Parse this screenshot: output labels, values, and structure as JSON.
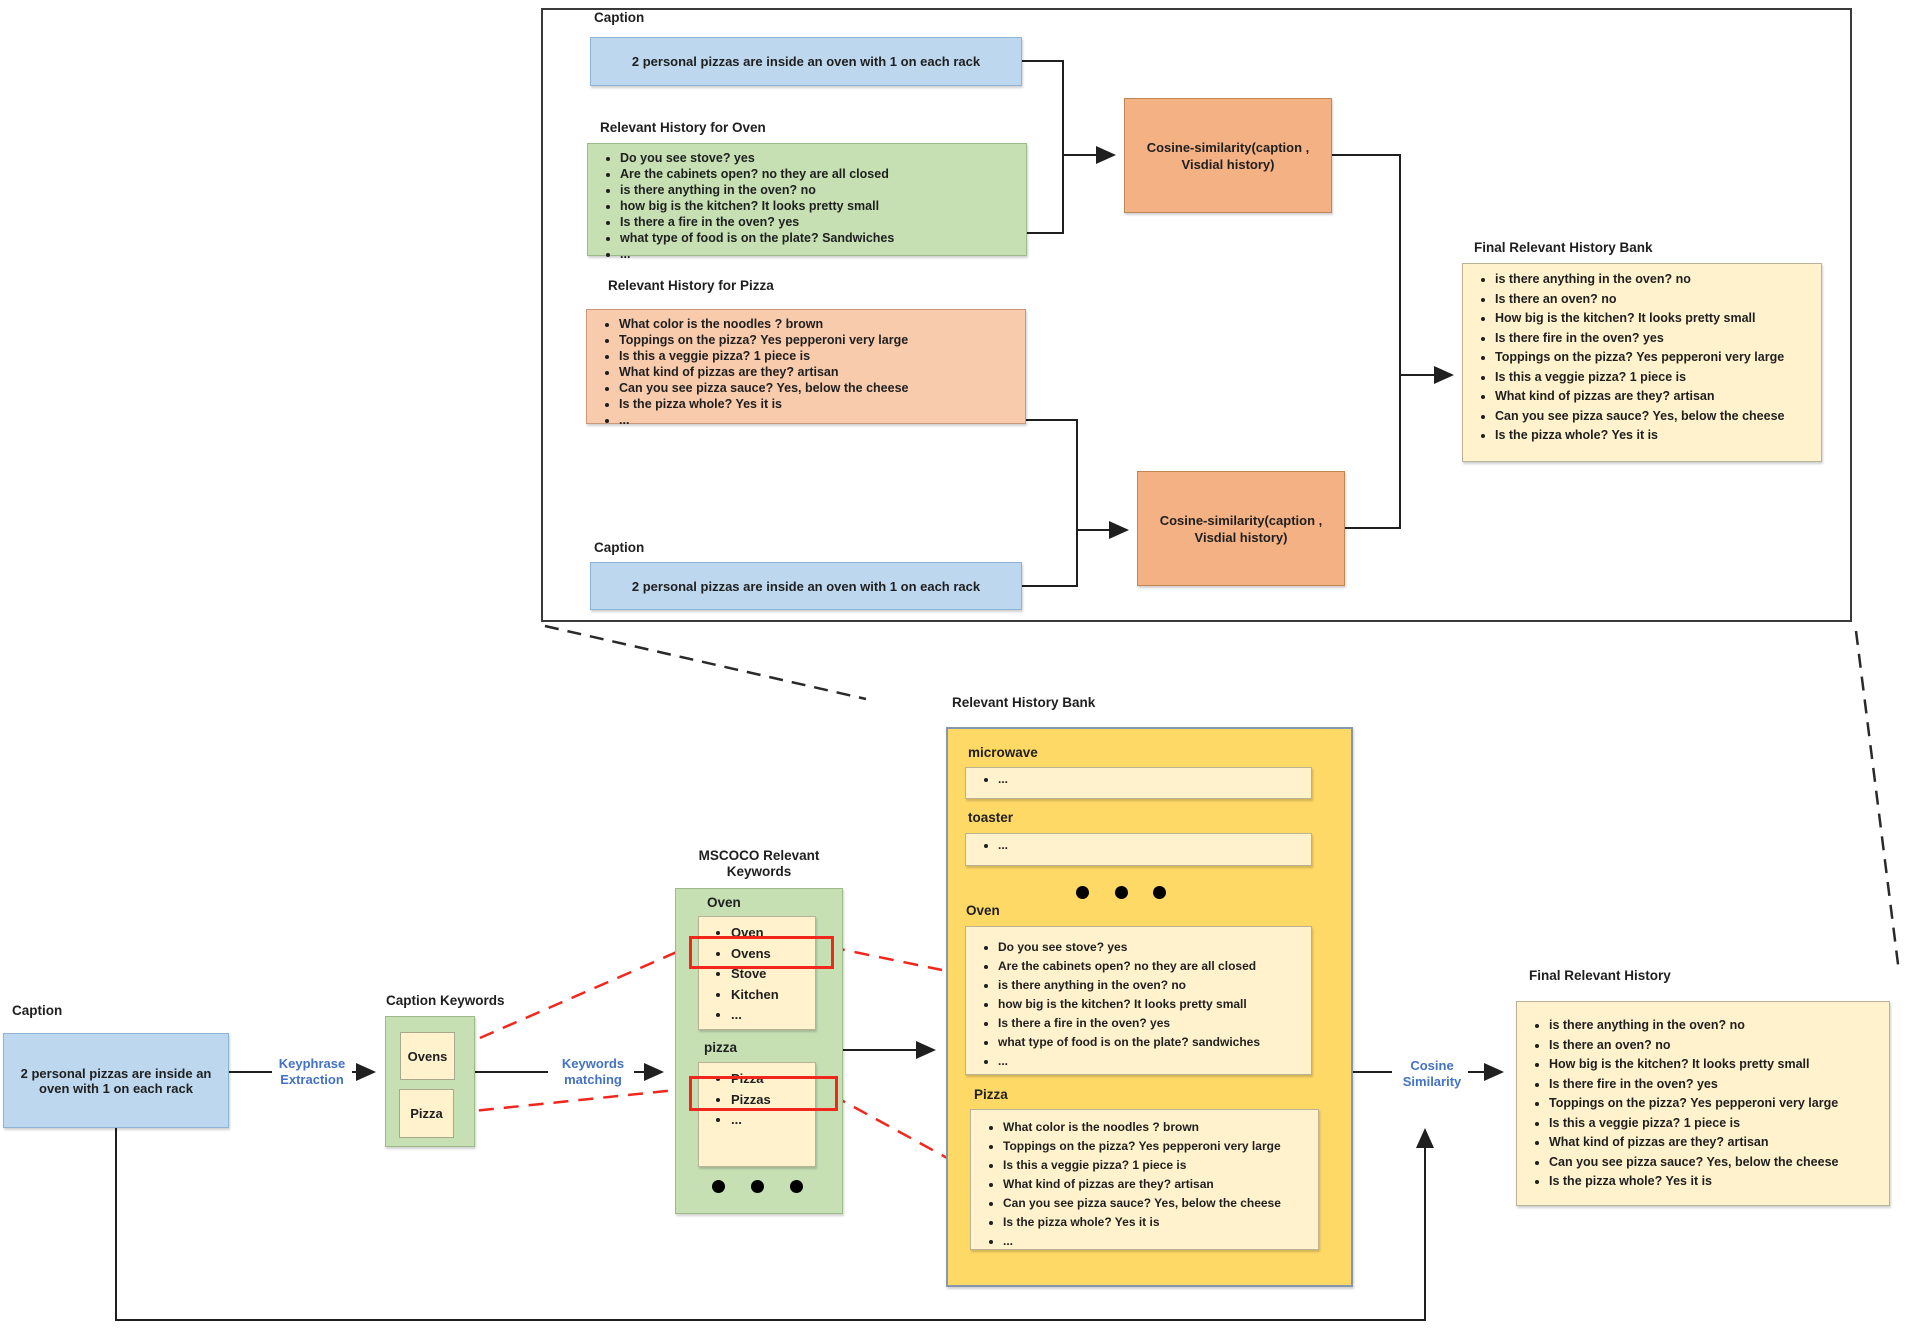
{
  "colors": {
    "accent_blue": "#4472C4",
    "caption_fill": "#BDD7EE",
    "history_green": "#C6E0B4",
    "history_peach": "#F8CBAD",
    "cosine_orange": "#F4B183",
    "bank_gold": "#FFD966",
    "list_cream": "#FFF2CC",
    "highlight_red": "#F1261D"
  },
  "top_panel": {
    "caption_label": "Caption",
    "caption_text": "2 personal pizzas are inside an oven with 1 on each rack",
    "oven_history": {
      "title": "Relevant History for Oven",
      "items": [
        "Do you see stove? yes",
        "Are the cabinets open? no they are all closed",
        "is there anything in the oven? no",
        "how big is the kitchen? It looks pretty small",
        "Is there a fire in the oven? yes",
        "what type of food is on the plate? Sandwiches",
        "..."
      ]
    },
    "pizza_history": {
      "title": "Relevant History for Pizza",
      "items": [
        "What color is the noodles ? brown",
        "Toppings on the pizza? Yes pepperoni very large",
        "Is this a veggie pizza? 1 piece is",
        "What kind of pizzas are they? artisan",
        "Can you see pizza sauce? Yes, below the cheese",
        "Is the pizza whole? Yes it is",
        "..."
      ]
    },
    "caption2_label": "Caption",
    "caption2_text": "2 personal pizzas are inside an oven with 1 on each rack",
    "cosine_box1_text": "Cosine-similarity(caption , Visdial history)",
    "cosine_box2_text": "Cosine-similarity(caption , Visdial history)",
    "final_bank": {
      "title": "Final Relevant History Bank",
      "items": [
        "is there anything in the oven? no",
        "Is there an oven? no",
        "How big is the kitchen? It looks pretty small",
        "Is there fire in the oven? yes",
        "Toppings on the pizza? Yes pepperoni very large",
        "Is this a veggie pizza? 1 piece is",
        "What kind of pizzas are they? artisan",
        "Can you see pizza sauce? Yes, below the cheese",
        "Is the pizza whole? Yes it is"
      ]
    }
  },
  "bottom_panel": {
    "caption_label": "Caption",
    "caption_text": "2 personal pizzas are inside an oven with 1 on each rack",
    "keyphrase_extraction_label": "Keyphrase Extraction",
    "keywords_matching_label": "Keywords matching",
    "cosine_similarity_label": "Cosine Similarity",
    "caption_keywords": {
      "title": "Caption Keywords",
      "keywords": [
        "Ovens",
        "Pizza"
      ]
    },
    "mscoco": {
      "title": "MSCOCO Relevant Keywords",
      "oven_group": {
        "label": "Oven",
        "items": [
          "Oven",
          "Ovens",
          "Stove",
          "Kitchen",
          "..."
        ]
      },
      "pizza_group": {
        "label": "pizza",
        "items": [
          "Pizza",
          "Pizzas",
          "..."
        ]
      }
    },
    "bank": {
      "title": "Relevant History Bank",
      "sections": [
        {
          "label": "microwave",
          "items": [
            "..."
          ]
        },
        {
          "label": "toaster",
          "items": [
            "..."
          ]
        },
        {
          "label": "Oven",
          "items": [
            "Do you see stove? yes",
            "Are the cabinets open? no they are all closed",
            "is there anything in the oven? no",
            "how big is the kitchen? It looks pretty small",
            "Is there a fire in the oven? yes",
            "what type of food is on the plate? sandwiches",
            "..."
          ]
        },
        {
          "label": "Pizza",
          "items": [
            "What color is the noodles ? brown",
            "Toppings on the pizza? Yes pepperoni very large",
            "Is this a veggie pizza? 1 piece is",
            "What kind of pizzas are they? artisan",
            "Can you see pizza sauce? Yes, below the cheese",
            "Is the pizza whole? Yes it is",
            "..."
          ]
        }
      ]
    },
    "final_history": {
      "title": "Final Relevant History",
      "items": [
        "is there anything in the oven? no",
        "Is there an oven? no",
        "How big is the kitchen? It looks pretty small",
        "Is there fire in the oven? yes",
        "Toppings on the pizza? Yes pepperoni very large",
        "Is this a veggie pizza? 1 piece is",
        "What kind of pizzas are they? artisan",
        "Can you see pizza sauce? Yes, below the cheese",
        "Is the pizza whole? Yes it is"
      ]
    }
  }
}
